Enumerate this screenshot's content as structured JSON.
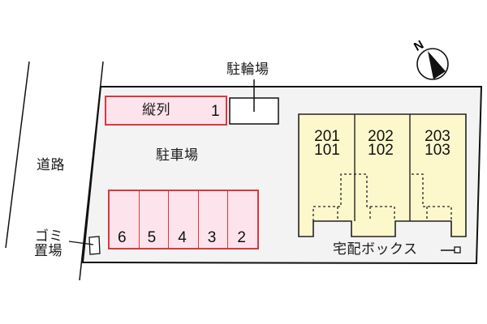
{
  "map": {
    "road_label": "道路",
    "garbage_label_line1": "ゴミ",
    "garbage_label_line2": "置場",
    "parking_label": "駐車場",
    "bicycle_parking_label": "駐輪場",
    "delivery_box_label": "宅配ボックス",
    "compass": {
      "icon": "north-arrow-icon",
      "label": "N"
    },
    "tandem_slot": {
      "label": "縦列",
      "number": "1"
    },
    "parking_slots": [
      "6",
      "5",
      "4",
      "3",
      "2"
    ],
    "units": [
      {
        "upper": "201",
        "lower": "101"
      },
      {
        "upper": "202",
        "lower": "102"
      },
      {
        "upper": "203",
        "lower": "103"
      }
    ],
    "colors": {
      "parking_fill": "#fde4ec",
      "parking_border": "#e0353c",
      "building_fill": "#fdf8cc",
      "lot_fill": "#f3f3f3",
      "line": "#111111"
    }
  }
}
